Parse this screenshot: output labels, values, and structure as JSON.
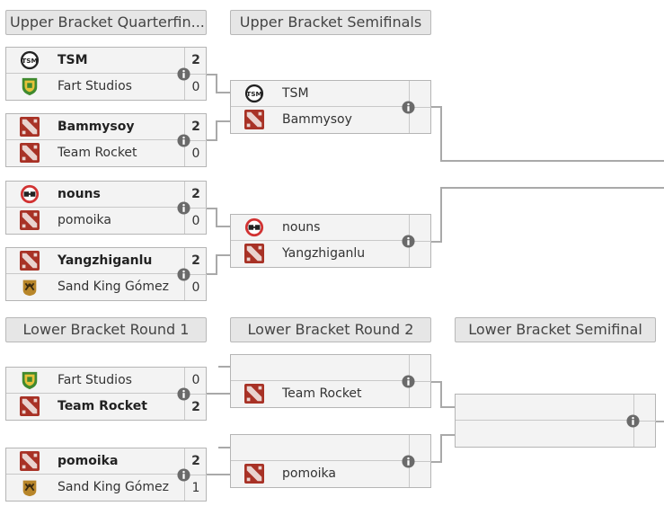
{
  "headers": {
    "ub_quarterfinals": "Upper Bracket Quarterfin...",
    "ub_semifinals": "Upper Bracket Semifinals",
    "lb_round1": "Lower Bracket Round 1",
    "lb_round2": "Lower Bracket Round 2",
    "lb_semifinal": "Lower Bracket Semifinal"
  },
  "colors": {
    "dota_red": "#a83226",
    "tsm_dark": "#222222",
    "fart_green": "#3f8a2e",
    "nouns_red": "#d13232",
    "sandking_gold": "#b8862a"
  },
  "matches": {
    "ubqf1": {
      "team1": {
        "name": "TSM",
        "score": "2",
        "logo": "tsm-logo",
        "winner": true
      },
      "team2": {
        "name": "Fart Studios",
        "score": "0",
        "logo": "fart-studios-logo",
        "winner": false
      }
    },
    "ubqf2": {
      "team1": {
        "name": "Bammysoy",
        "score": "2",
        "logo": "dota-logo",
        "winner": true
      },
      "team2": {
        "name": "Team Rocket",
        "score": "0",
        "logo": "dota-logo",
        "winner": false
      }
    },
    "ubqf3": {
      "team1": {
        "name": "nouns",
        "score": "2",
        "logo": "nouns-logo",
        "winner": true
      },
      "team2": {
        "name": "pomoika",
        "score": "0",
        "logo": "dota-logo",
        "winner": false
      }
    },
    "ubqf4": {
      "team1": {
        "name": "Yangzhiganlu",
        "score": "2",
        "logo": "dota-logo",
        "winner": true
      },
      "team2": {
        "name": "Sand King Gómez",
        "score": "0",
        "logo": "sand-king-logo",
        "winner": false
      }
    },
    "ubsf1": {
      "team1": {
        "name": "TSM",
        "score": "",
        "logo": "tsm-logo",
        "winner": false
      },
      "team2": {
        "name": "Bammysoy",
        "score": "",
        "logo": "dota-logo",
        "winner": false
      }
    },
    "ubsf2": {
      "team1": {
        "name": "nouns",
        "score": "",
        "logo": "nouns-logo",
        "winner": false
      },
      "team2": {
        "name": "Yangzhiganlu",
        "score": "",
        "logo": "dota-logo",
        "winner": false
      }
    },
    "lbr1_1": {
      "team1": {
        "name": "Fart Studios",
        "score": "0",
        "logo": "fart-studios-logo",
        "winner": false
      },
      "team2": {
        "name": "Team Rocket",
        "score": "2",
        "logo": "dota-logo",
        "winner": true
      }
    },
    "lbr1_2": {
      "team1": {
        "name": "pomoika",
        "score": "2",
        "logo": "dota-logo",
        "winner": true
      },
      "team2": {
        "name": "Sand King Gómez",
        "score": "1",
        "logo": "sand-king-logo",
        "winner": false
      }
    },
    "lbr2_1": {
      "team1": {
        "name": "",
        "score": "",
        "logo": "",
        "winner": false
      },
      "team2": {
        "name": "Team Rocket",
        "score": "",
        "logo": "dota-logo",
        "winner": false
      }
    },
    "lbr2_2": {
      "team1": {
        "name": "",
        "score": "",
        "logo": "",
        "winner": false
      },
      "team2": {
        "name": "pomoika",
        "score": "",
        "logo": "dota-logo",
        "winner": false
      }
    },
    "lbsf": {
      "team1": {
        "name": "",
        "score": "",
        "logo": "",
        "winner": false
      },
      "team2": {
        "name": "",
        "score": "",
        "logo": "",
        "winner": false
      }
    }
  }
}
